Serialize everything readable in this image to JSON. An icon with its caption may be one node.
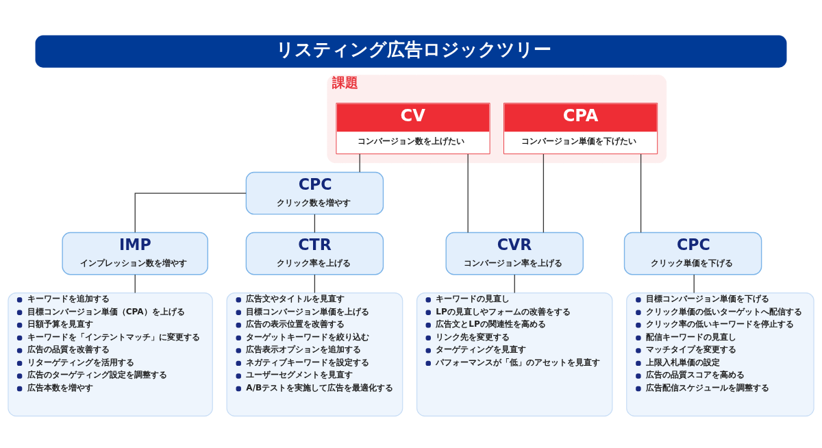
{
  "diagram": {
    "title": "リスティング広告ロジックツリー",
    "nodes": [
      {
        "text": [
          "課題"
        ]
      },
      {
        "text": [
          "CV",
          "コンバージョン数を上げたい"
        ],
        "in": 0
      },
      {
        "text": [
          "CPA",
          "コンバージョン単価を下げたい"
        ],
        "in": 0
      },
      {
        "text": [
          "CPC",
          "クリック数を増やす"
        ]
      },
      {
        "text": [
          "IMP",
          "インプレッション数を増やす"
        ]
      },
      {
        "text": [
          "CTR",
          "クリック率を上げる"
        ]
      },
      {
        "text": [
          "CVR",
          "コンバージョン率を上げる"
        ]
      },
      {
        "text": [
          "CPC",
          "クリック単価を下げる"
        ]
      },
      {
        "text": [
          "キーワードを追加する",
          "目標コンバージョン単価（CPA）を上げる",
          "日額予算を見直す",
          "キーワードを「インテントマッチ」に変更する",
          "広告の品質を改善する",
          "リターゲティングを活用する",
          "広告のターゲティング設定を調整する",
          "広告本数を増やす"
        ]
      },
      {
        "text": [
          "広告文やタイトルを見直す",
          "目標コンバージョン単価を上げる",
          "広告の表示位置を改善する",
          "ターゲットキーワードを絞り込む",
          "広告表示オプションを追加する",
          "ネガティブキーワードを設定する",
          "ユーザーセグメントを見直す",
          "A/Bテストを実施して広告を最適化する"
        ]
      },
      {
        "text": [
          "キーワードの見直し",
          "LPの見直しやフォームの改善をする",
          "広告文とLPの関連性を高める",
          "リンク先を変更する",
          "ターゲティングを見直す",
          "パフォーマンスが「低」のアセットを見直す"
        ]
      },
      {
        "text": [
          "目標コンバージョン単価を下げる",
          "クリック単価の低いターゲットへ配信する",
          "クリック率の低いキーワードを停止する",
          "配信キーワードの見直し",
          "マッチタイプを変更する",
          "上限入札単価の設定",
          "広告の品質スコアを高める",
          "広告配信スケジュールを調整する"
        ]
      }
    ],
    "edges": [
      {
        "from": 1,
        "to": 3,
        "arrow": "none"
      },
      {
        "from": 1,
        "to": 6,
        "arrow": "none"
      },
      {
        "from": 2,
        "to": 6,
        "arrow": "none"
      },
      {
        "from": 2,
        "to": 7,
        "arrow": "none"
      },
      {
        "from": 3,
        "to": 4,
        "arrow": "none"
      },
      {
        "from": 3,
        "to": 5,
        "arrow": "none"
      },
      {
        "from": 4,
        "to": 8,
        "arrow": "none"
      },
      {
        "from": 5,
        "to": 9,
        "arrow": "none"
      },
      {
        "from": 6,
        "to": 10,
        "arrow": "none"
      },
      {
        "from": 7,
        "to": 11,
        "arrow": "none"
      }
    ]
  }
}
